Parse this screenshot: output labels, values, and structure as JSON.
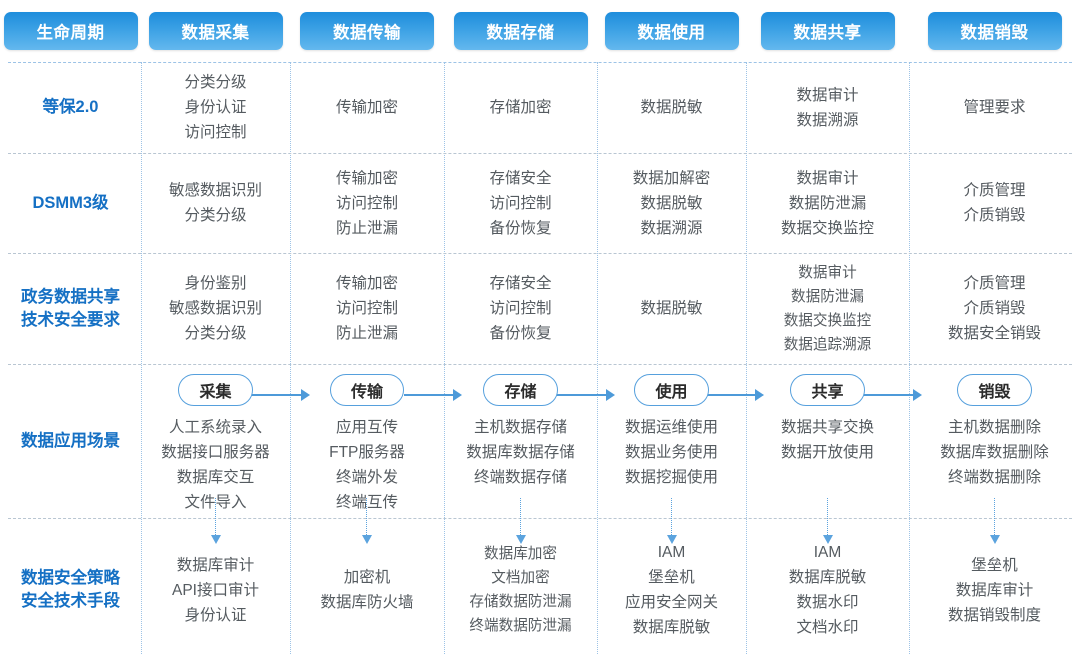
{
  "colors": {
    "header_blue_top": "#1e8ddc",
    "header_blue_bottom": "#64b8ee",
    "row_label_blue": "#1570c4",
    "body_text": "#555b60",
    "divider_blue": "#9dc3e6",
    "arrow_blue": "#4d9ad9",
    "pill_border": "#56a0dd"
  },
  "header": {
    "columns": [
      {
        "label": "生命周期"
      },
      {
        "label": "数据采集"
      },
      {
        "label": "数据传输"
      },
      {
        "label": "数据存储"
      },
      {
        "label": "数据使用"
      },
      {
        "label": "数据共享"
      },
      {
        "label": "数据销毁"
      }
    ]
  },
  "rows": [
    {
      "id": "dengbao",
      "label": "等保2.0",
      "cells": [
        [
          "分类分级",
          "身份认证",
          "访问控制"
        ],
        [
          "传输加密"
        ],
        [
          "存储加密"
        ],
        [
          "数据脱敏"
        ],
        [
          "数据审计",
          "数据溯源"
        ],
        [
          "管理要求"
        ]
      ]
    },
    {
      "id": "dsmm3",
      "label": "DSMM3级",
      "cells": [
        [
          "敏感数据识别",
          "分类分级"
        ],
        [
          "传输加密",
          "访问控制",
          "防止泄漏"
        ],
        [
          "存储安全",
          "访问控制",
          "备份恢复"
        ],
        [
          "数据加解密",
          "数据脱敏",
          "数据溯源"
        ],
        [
          "数据审计",
          "数据防泄漏",
          "数据交换监控"
        ],
        [
          "介质管理",
          "介质销毁"
        ]
      ]
    },
    {
      "id": "zhengwu",
      "label_line1": "政务数据共享",
      "label_line2": "技术安全要求",
      "cells": [
        [
          "身份鉴别",
          "敏感数据识别",
          "分类分级"
        ],
        [
          "传输加密",
          "访问控制",
          "防止泄漏"
        ],
        [
          "存储安全",
          "访问控制",
          "备份恢复"
        ],
        [
          "数据脱敏"
        ],
        [
          "数据审计",
          "数据防泄漏",
          "数据交换监控",
          "数据追踪溯源"
        ],
        [
          "介质管理",
          "介质销毁",
          "数据安全销毁"
        ]
      ]
    },
    {
      "id": "changjing",
      "label": "数据应用场景",
      "pills": [
        "采集",
        "传输",
        "存储",
        "使用",
        "共享",
        "销毁"
      ],
      "cells": [
        [
          "人工系统录入",
          "数据接口服务器",
          "数据库交互",
          "文件导入"
        ],
        [
          "应用互传",
          "FTP服务器",
          "终端外发",
          "终端互传"
        ],
        [
          "主机数据存储",
          "数据库数据存储",
          "终端数据存储"
        ],
        [
          "数据运维使用",
          "数据业务使用",
          "数据挖掘使用"
        ],
        [
          "数据共享交换",
          "数据开放使用"
        ],
        [
          "主机数据删除",
          "数据库数据删除",
          "终端数据删除"
        ]
      ]
    },
    {
      "id": "celue",
      "label_line1": "数据安全策略",
      "label_line2": "安全技术手段",
      "cells": [
        [
          "数据库审计",
          "API接口审计",
          "身份认证"
        ],
        [
          "加密机",
          "数据库防火墙"
        ],
        [
          "数据库加密",
          "文档加密",
          "存储数据防泄漏",
          "终端数据防泄漏"
        ],
        [
          "IAM",
          "堡垒机",
          "应用安全网关",
          "数据库脱敏"
        ],
        [
          "IAM",
          "数据库脱敏",
          "数据水印",
          "文档水印"
        ],
        [
          "堡垒机",
          "数据库审计",
          "数据销毁制度"
        ]
      ]
    }
  ]
}
